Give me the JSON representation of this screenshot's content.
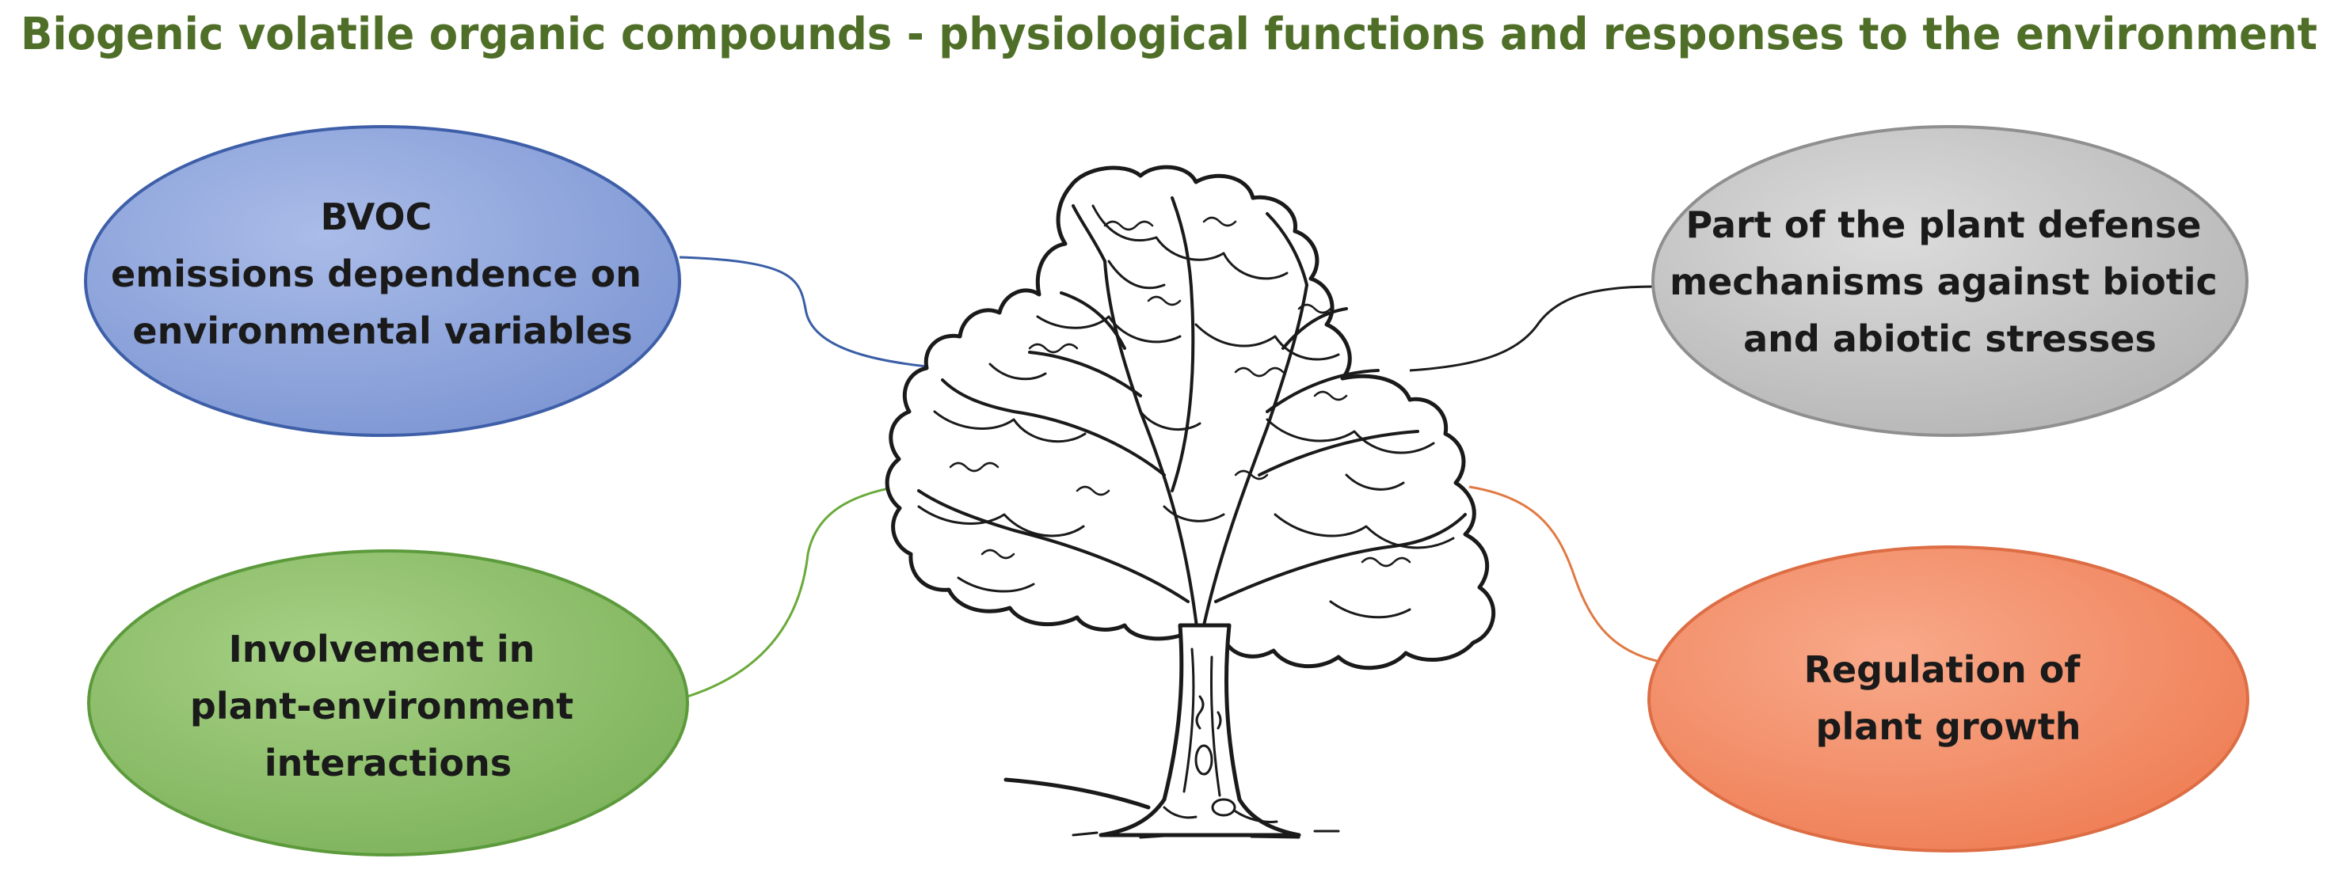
{
  "title": {
    "text": "Biogenic volatile organic compounds - physiological functions and responses to the environment",
    "color": "#4f6f28"
  },
  "nodes": [
    {
      "id": "emissions",
      "lines": [
        "BVOC",
        "emissions dependence on",
        "environmental variables"
      ],
      "fill": "#8fa6dc",
      "stroke": "#3e5fa8",
      "connector_color": "#3a5ea6"
    },
    {
      "id": "defense",
      "lines": [
        "Part of the plant defense",
        "mechanisms against biotic",
        "and abiotic stresses"
      ],
      "fill": "#c7c7c7",
      "stroke": "#8f8f8f",
      "connector_color": "#1c1c1c"
    },
    {
      "id": "interactions",
      "lines": [
        "Involvement in",
        "plant-environment",
        "interactions"
      ],
      "fill": "#8ec06c",
      "stroke": "#5c9a3c",
      "connector_color": "#6aaa3a"
    },
    {
      "id": "growth",
      "lines": [
        "Regulation of",
        "plant growth"
      ],
      "fill": "#f4906a",
      "stroke": "#dd6d44",
      "connector_color": "#e07a44"
    }
  ],
  "tree": {
    "icon": "oak-tree-sketch-icon"
  }
}
